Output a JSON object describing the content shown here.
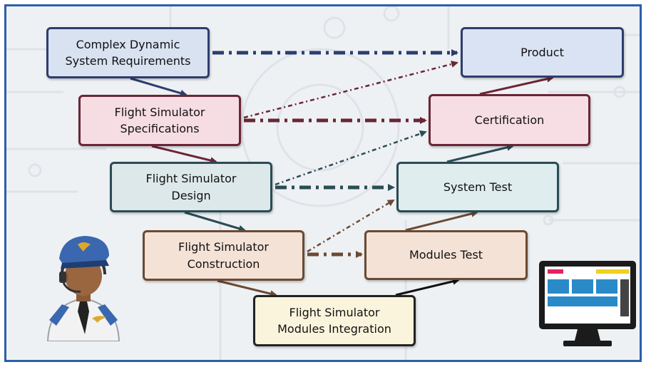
{
  "boxes": {
    "requirements": "Complex Dynamic\nSystem Requirements",
    "product": "Product",
    "specifications": "Flight Simulator\nSpecifications",
    "certification": "Certification",
    "design": "Flight Simulator\nDesign",
    "system_test": "System Test",
    "construction": "Flight Simulator\nConstruction",
    "modules_test": "Modules Test",
    "integration": "Flight Simulator\nModules Integration"
  },
  "colors": {
    "frame_border": "#2c5fa8",
    "navy": "#2e3d6e",
    "maroon": "#6a2636",
    "teal": "#2a4c55",
    "brown": "#6b4a33",
    "black": "#111111"
  },
  "icons": {
    "pilot": "pilot-avatar-icon",
    "monitor": "computer-monitor-icon",
    "background": "circuit-gear-background"
  }
}
